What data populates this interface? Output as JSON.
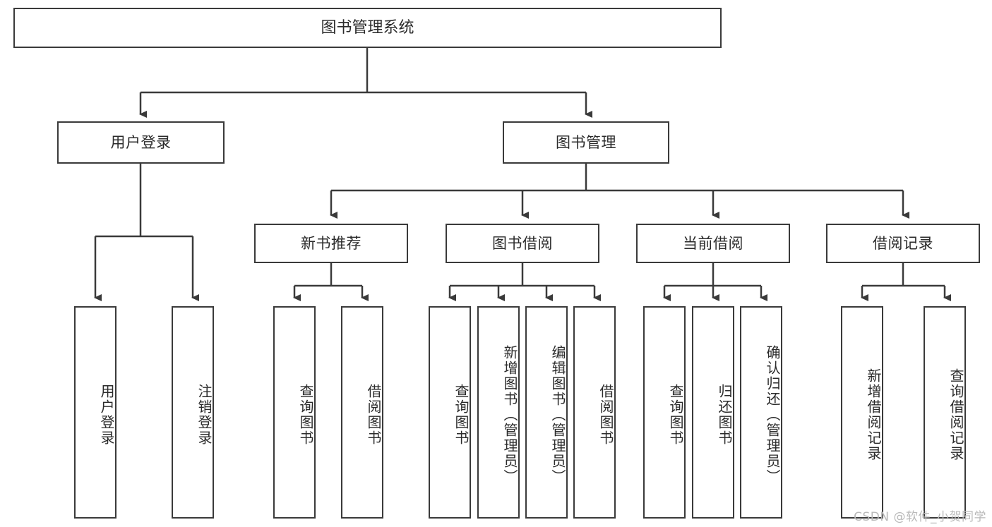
{
  "diagram": {
    "title": "图书管理系统",
    "type": "tree",
    "watermark": "CSDN @软件_小贺同学",
    "colors": {
      "box_border": "#3a3a3a",
      "box_fill": "#ffffff",
      "text": "#2b2b2b",
      "link": "#3a3a3a",
      "watermark": "#b9b9b9",
      "background": "#ffffff"
    },
    "nodes": {
      "root": {
        "label": "图书管理系统"
      },
      "level2": [
        {
          "id": "user-login",
          "label": "用户登录"
        },
        {
          "id": "book-manage",
          "label": "图书管理"
        }
      ],
      "level3": [
        {
          "id": "new-book-recommend",
          "label": "新书推荐"
        },
        {
          "id": "book-borrow",
          "label": "图书借阅"
        },
        {
          "id": "current-borrow",
          "label": "当前借阅"
        },
        {
          "id": "borrow-record",
          "label": "借阅记录"
        }
      ],
      "leaves": {
        "user-login": [
          {
            "id": "leaf-user-login",
            "label": "用户登录"
          },
          {
            "id": "leaf-logout",
            "label": "注销登录"
          }
        ],
        "new-book-recommend": [
          {
            "id": "leaf-query-book-1",
            "label": "查询图书"
          },
          {
            "id": "leaf-borrow-book-1",
            "label": "借阅图书"
          }
        ],
        "book-borrow": [
          {
            "id": "leaf-query-book-2",
            "label": "查询图书"
          },
          {
            "id": "leaf-add-book",
            "label": "新增图书（管理员）"
          },
          {
            "id": "leaf-edit-book",
            "label": "编辑图书（管理员）"
          },
          {
            "id": "leaf-borrow-book-2",
            "label": "借阅图书"
          }
        ],
        "current-borrow": [
          {
            "id": "leaf-query-book-3",
            "label": "查询图书"
          },
          {
            "id": "leaf-return-book",
            "label": "归还图书"
          },
          {
            "id": "leaf-confirm-return",
            "label": "确认归还（管理员）"
          }
        ],
        "borrow-record": [
          {
            "id": "leaf-add-record",
            "label": "新增借阅记录"
          },
          {
            "id": "leaf-query-record",
            "label": "查询借阅记录"
          }
        ]
      }
    }
  }
}
